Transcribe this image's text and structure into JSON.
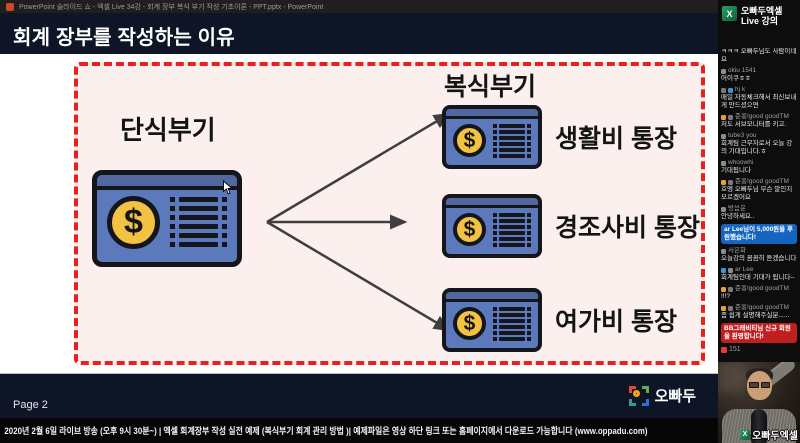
{
  "window_title": "PowerPoint 슬라이드 쇼  -  엑셀 Live 34강 - 회계 장부 복식 부기 작성 기초이론 - PPT.pptx - PowerPoint",
  "slide": {
    "title": "회계 장부를 작성하는 이유",
    "single_entry_label": "단식부기",
    "double_entry_label": "복식부기",
    "ledger_symbol": "$",
    "accounts": [
      {
        "label": "생활비 통장"
      },
      {
        "label": "경조사비 통장"
      },
      {
        "label": "여가비 통장"
      }
    ],
    "page_label": "Page 2",
    "brand_label": "오빠두"
  },
  "status_bar": {
    "text": "2020년 2월 6일 라이브 방송 (오후 9시 30분~) | 엑셀 회계장부 작성 실전 예제 (복식부기 회계 관리 방법 )| 예제파일은 영상 하단 링크 또는 홈페이지에서 다운로드 가능합니다 (www.oppadu.com)"
  },
  "sidebar": {
    "channel_name": "오빠두엑셀",
    "channel_subtitle": "Live 강의",
    "webcam_watermark": "오빠두엑셀",
    "excel_icon_letter": "X",
    "chat_messages": [
      {
        "type": "message",
        "user": "",
        "text": "ㅋㅋㅋ 오빠두님도 사람이네요",
        "badges": []
      },
      {
        "type": "message",
        "user": "okiu 1541",
        "text": "어이쿠ㅎㅎ",
        "badges": [
          "#8d8d8d"
        ]
      },
      {
        "type": "message",
        "user": "hj k",
        "text": "매일 자동체크해서 최신보내게 만드셨으면",
        "badges": [
          "#7a7a7a",
          "#4a90d9"
        ]
      },
      {
        "type": "message",
        "user": "준홍!good goodTM",
        "text": "저도 서브모니터를 키고.",
        "badges": [
          "#e8a22c",
          "#7a7a7a"
        ]
      },
      {
        "type": "message",
        "user": "tube3 you",
        "text": "회계팀 근무자로서 오늘 강의 기대입니다.ㅎ",
        "badges": [
          "#8d8d8d"
        ]
      },
      {
        "type": "message",
        "user": "whoowhi",
        "text": "기대됩니다",
        "badges": [
          "#8d8d8d"
        ]
      },
      {
        "type": "message",
        "user": "준홍!good goodTM",
        "text": "호엥 오빠두님 무슨 말인지 모르겠어요",
        "badges": [
          "#e8a22c",
          "#7a7a7a"
        ]
      },
      {
        "type": "message",
        "user": "방음운",
        "text": "안녕하세요..",
        "badges": [
          "#8d8d8d"
        ]
      },
      {
        "type": "superchat",
        "text": "ar Lee님이 5,000원을 후원했습니다!",
        "badges": [
          "#e53935",
          "#4a90d9"
        ]
      },
      {
        "type": "message",
        "user": "서은화",
        "text": "오늘강의 꼼꼼히 듣겠습니다",
        "badges": [
          "#8d8d8d"
        ]
      },
      {
        "type": "message",
        "user": "ar Lee",
        "text": "회계팀인데 기대가 됩니다--",
        "badges": [
          "#4a90d9",
          "#8d8d8d"
        ]
      },
      {
        "type": "message",
        "user": "준홍!good goodTM",
        "text": "!!!?",
        "badges": [
          "#e8a22c",
          "#7a7a7a"
        ]
      },
      {
        "type": "message",
        "user": "준홍!good goodTM",
        "text": "좀 쉽게 설명해주실분......",
        "badges": [
          "#e8a22c",
          "#7a7a7a"
        ]
      },
      {
        "type": "membership",
        "text": "BB그래비티님 신규 회원을 환영합니다!",
        "badges": [
          "#e53935",
          "#37474f"
        ]
      },
      {
        "type": "count",
        "text": "151"
      }
    ]
  },
  "colors": {
    "accent_red": "#e8201f",
    "diagram_bg": "#fcf0ee",
    "header_navy": "#0d1526",
    "ledger_blue": "#5b79bb",
    "ledger_blue_dark": "#50689f",
    "coin_yellow": "#f4c243",
    "superchat_blue": "#1565c0",
    "membership_red": "#c01f1f",
    "excel_green": "#21a366"
  }
}
